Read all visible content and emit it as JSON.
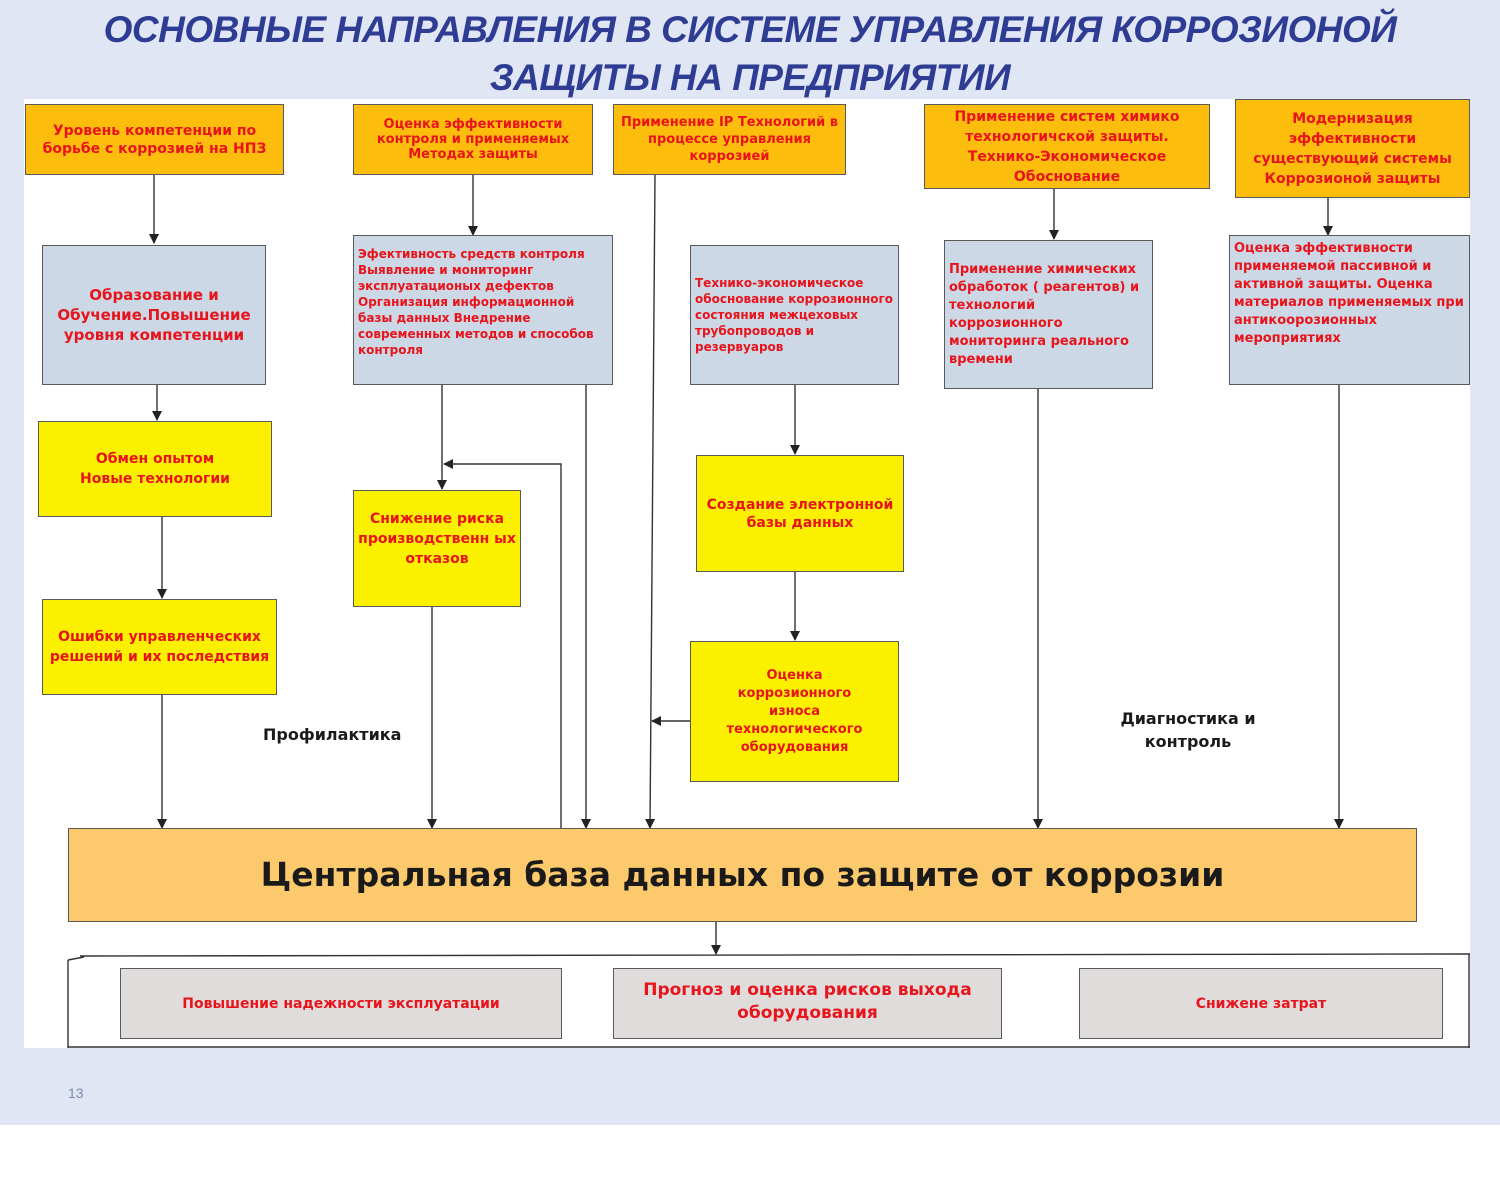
{
  "slide": {
    "title": "ОСНОВНЫЕ НАПРАВЛЕНИЯ В СИСТЕМЕ УПРАВЛЕНИЯ КОРРОЗИОНОЙ ЗАЩИТЫ НА ПРЕДПРИЯТИИ",
    "page_number": "13"
  },
  "colors": {
    "title": "#2e3c94",
    "slide_background": "#e0e6f4",
    "box_text": "#e8141c",
    "orange_box": "#fdbd0d",
    "blue_box": "#cdd8e6",
    "yellow_box": "#fbf000",
    "gray_box": "#e0dcdc",
    "central_box": "#fdc96d"
  },
  "diagram": {
    "top": {
      "competence": "Уровень компетенции по борьбе с коррозией на  НПЗ",
      "control_eval": "Оценка эффективности контроля и применяемых Методах защиты",
      "ip_tech": "Применение IP Технологий в процессе управления коррозией",
      "chem_systems": "Применение  систем химико технологичской защиты. Технико-Экономическое Обоснование",
      "modernization": "Модернизация эффективности существующий системы Коррозионой защиты"
    },
    "middle": {
      "education": "Образование и Обучение.Повышение уровня компетенции",
      "control_means": "Эфективность средств контроля Выявление  и мониторинг эксплуатационых дефектов Организация информационной базы данных Внедрение современных методов и способов контроля",
      "tech_econ": "Технико-экономическое обоснование коррозионного состояния межцеховых трубопроводов и резервуаров",
      "chem_treatment": "Применение химических обработок  ( реагентов) и технологий коррозионного мониторинга реального времени",
      "passive_active": "Оценка  эффективности применяемой пассивной и активной защиты. Оценка материалов применяемых при антикоорозионных мероприятиях"
    },
    "lower": {
      "experience": "Обмен опытом Новые технологии",
      "management_errors": "Ошибки управленческих решений и их последствия",
      "risk_reduction": "Снижение риска производственн ых отказов",
      "e_database": "Создание электронной базы данных",
      "wear_eval": "Оценка коррозионного износа технологического оборудования"
    },
    "labels": {
      "prophylaxis": "Профилактика",
      "diagnostics": "Диагностика и контроль"
    },
    "central": "Центральная  база данных по защите от коррозии",
    "outcomes": {
      "reliability": "Повышение надежности эксплуатации",
      "forecast": "Прогноз и оценка рисков выхода оборудования",
      "cost_reduction": "Снижене затрат"
    }
  }
}
